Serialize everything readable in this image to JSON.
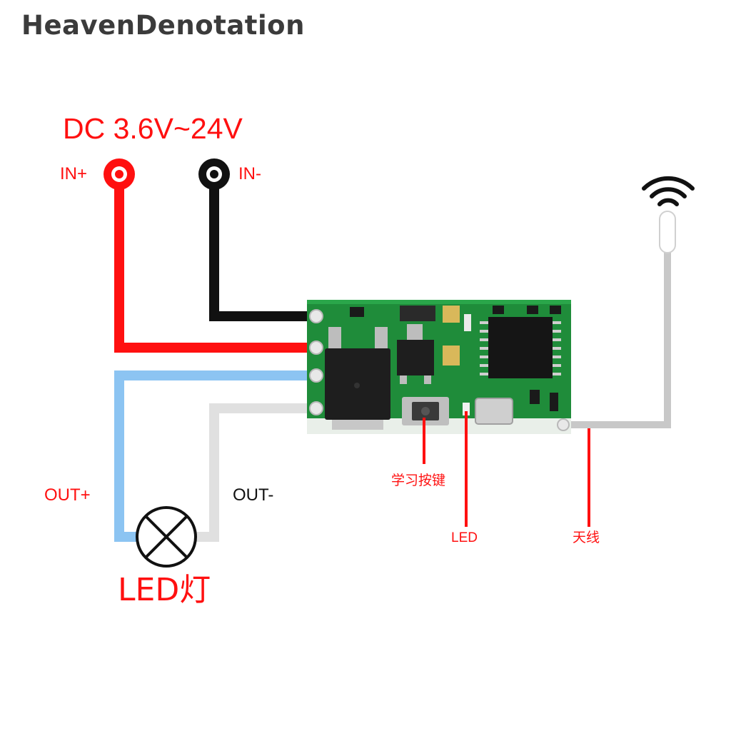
{
  "watermark": "HeavenDenotation",
  "power": {
    "title": "DC 3.6V~24V",
    "in_plus": "IN+",
    "in_minus": "IN-"
  },
  "outputs": {
    "out_plus": "OUT+",
    "out_minus": "OUT-"
  },
  "lamp": {
    "label": "LED灯"
  },
  "callouts": {
    "learn_button": "学习按键",
    "led": "LED",
    "antenna": "天线"
  },
  "colors": {
    "red_wire": "#ff1010",
    "black_wire": "#111111",
    "blue_wire": "#8cc4f2",
    "white_wire": "#e0e0e0",
    "antenna_wire": "#c8c8c8",
    "pcb": "#1f8c3a"
  }
}
